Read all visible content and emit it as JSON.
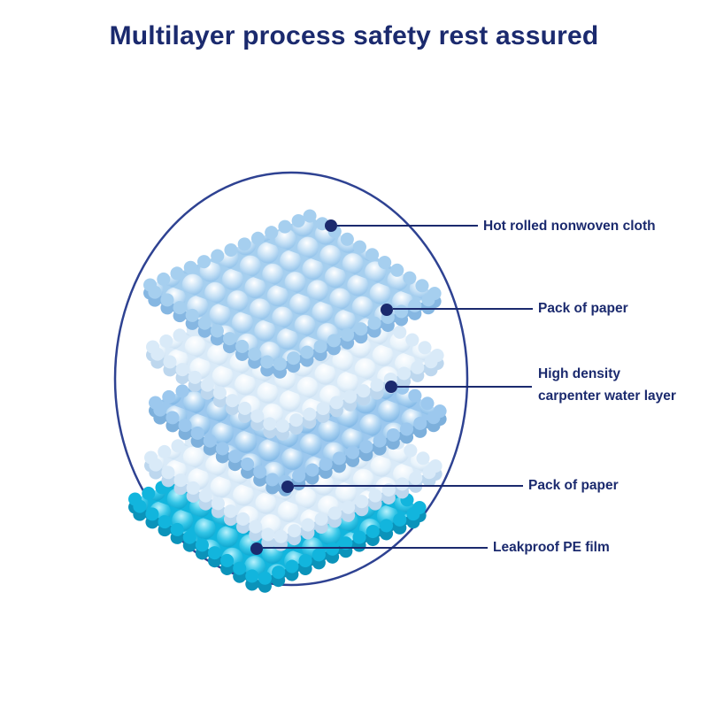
{
  "title": "Multilayer process safety rest assured",
  "colors": {
    "accent": "#1b2a6e",
    "ellipse": "#2e4292",
    "background": "#ffffff"
  },
  "diagram": {
    "labels": [
      {
        "lines": [
          "Hot rolled nonwoven cloth"
        ]
      },
      {
        "lines": [
          "Pack of paper"
        ]
      },
      {
        "lines": [
          "High density",
          "carpenter water layer"
        ]
      },
      {
        "lines": [
          "Pack of paper"
        ]
      },
      {
        "lines": [
          "Leakproof PE film"
        ]
      }
    ],
    "layers": [
      {
        "name": "Hot rolled nonwoven cloth",
        "color": "#a6cfef",
        "shadow": "#86b7e2"
      },
      {
        "name": "Pack of paper",
        "color": "#d9eaf8",
        "shadow": "#bdd7ee"
      },
      {
        "name": "High density carpenter water layer",
        "color": "#9cc8ee",
        "shadow": "#7db0dc"
      },
      {
        "name": "Pack of paper",
        "color": "#d9eaf8",
        "shadow": "#bdd7ee"
      },
      {
        "name": "Leakproof PE film",
        "color": "#12b5dd",
        "shadow": "#0b93ba"
      }
    ]
  }
}
